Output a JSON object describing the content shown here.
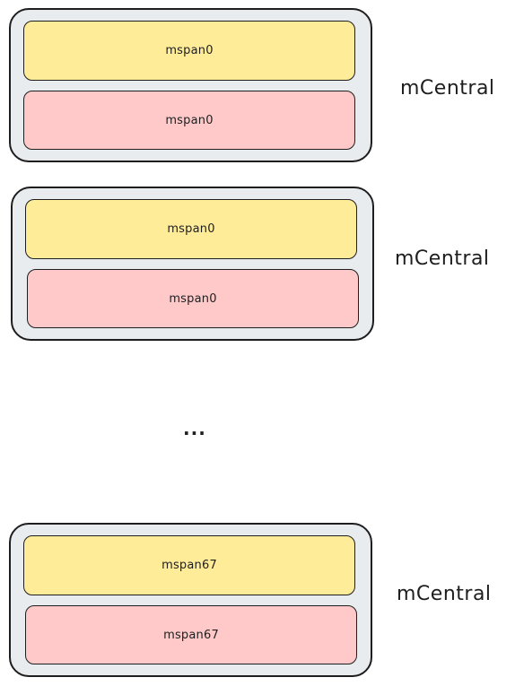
{
  "groups": [
    {
      "top_span": "mspan0",
      "bottom_span": "mspan0",
      "label": "mCentral"
    },
    {
      "top_span": "mspan0",
      "bottom_span": "mspan0",
      "label": "mCentral"
    },
    {
      "top_span": "mspan67",
      "bottom_span": "mspan67",
      "label": "mCentral"
    }
  ],
  "ellipsis": "...",
  "colors": {
    "container_fill": "#e9ecef",
    "top_span_fill": "#ffec99",
    "bottom_span_fill": "#ffc9c9",
    "stroke": "#1e1e1e"
  }
}
